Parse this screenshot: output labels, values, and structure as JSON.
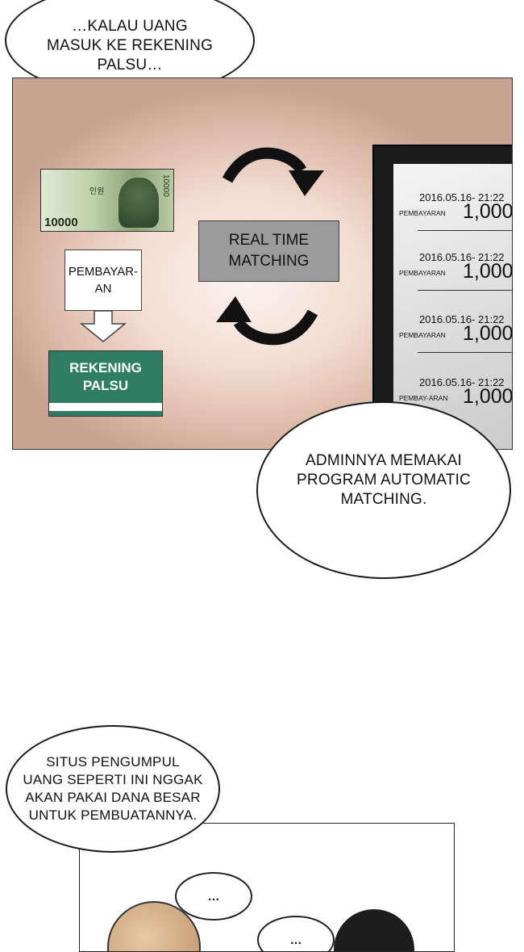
{
  "bubble_top": {
    "text": "…KALAU UANG\nMASUK KE REKENING\nPALSU…"
  },
  "diagram": {
    "banknote": {
      "value": "10000",
      "small_text": "인원",
      "side_text": "10000"
    },
    "pay_label": "PEMBAYAR-\nAN",
    "account_label": "REKENING\nPALSU",
    "matching_label": "REAL TIME\nMATCHING",
    "monitor_entries": [
      {
        "date": "2016.05.16- 21:22",
        "label": "PEMBAYARAN",
        "amount": "1,000"
      },
      {
        "date": "2016.05.16- 21:22",
        "label": "PEMBAYARAN",
        "amount": "1,000"
      },
      {
        "date": "2016.05.16- 21:22",
        "label": "PEMBAYARAN",
        "amount": "1,000"
      },
      {
        "date": "2016.05.16- 21:22",
        "label": "PEMBAY-ARAN",
        "amount": "1,000"
      }
    ],
    "colors": {
      "account_box": "#2f7d63",
      "matching_box": "#9b9b9b"
    }
  },
  "bubble_mid": {
    "text": "ADMINNYA MEMAKAI\nPROGRAM AUTOMATIC\nMATCHING."
  },
  "bubble_bottom": {
    "text": "SITUS PENGUMPUL\nUANG SEPERTI INI NGGAK\nAKAN PAKAI DANA BESAR\nUNTUK PEMBUATANNYA."
  },
  "panel2": {
    "bubble1": "…",
    "bubble2": "…"
  }
}
